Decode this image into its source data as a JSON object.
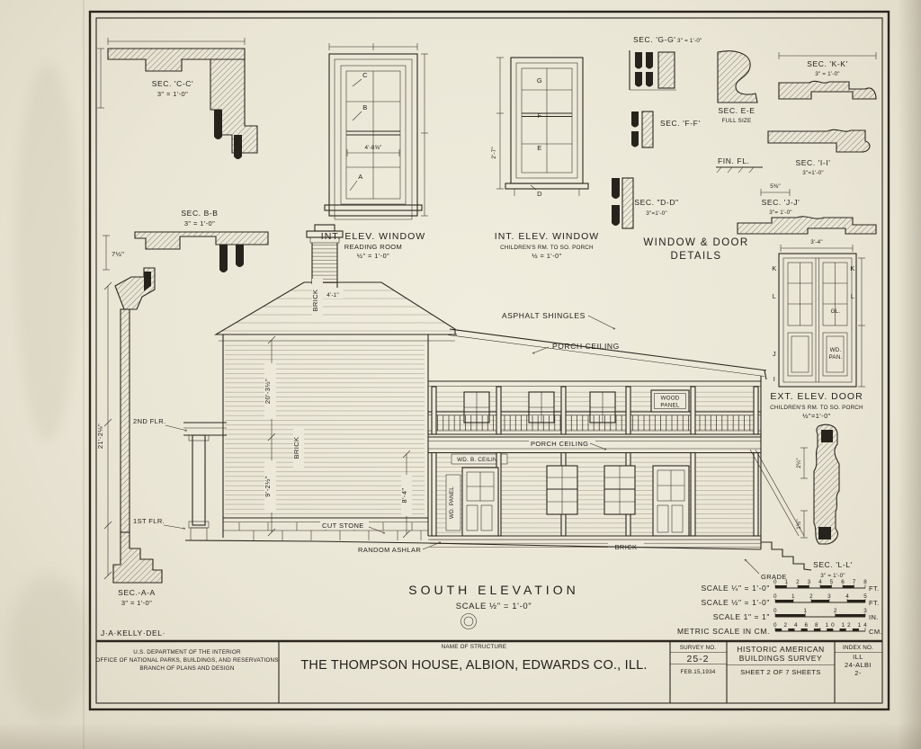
{
  "sheet": {
    "ink": "#26231c",
    "paper": "#eae6d7"
  },
  "header_details": {
    "window_door_line1": "WINDOW & DOOR",
    "window_door_line2": "DETAILS"
  },
  "sections": {
    "cc_title": "SEC. 'C-C'",
    "cc_scale": "3\" = 1'-0\"",
    "bb_title": "SEC. B-B",
    "bb_scale": "3\" = 1'-0\"",
    "bb_dim": "7½\"",
    "aa_title": "SEC.-A-A",
    "aa_scale": "3\" = 1'-0\"",
    "gg_title": "SEC. 'G-G'",
    "gg_scale": "3\" = 1'-0\"",
    "ee_title": "SEC. E-E",
    "ee_scale": "FULL SIZE",
    "kk_title": "SEC. 'K-K'",
    "kk_scale": "3\" = 1'-0\"",
    "ff_title": "SEC. 'F-F'",
    "fin_fl": "FIN. FL.",
    "ii_title": "SEC. 'I-I'",
    "ii_scale": "3\"=1'-0\"",
    "dd_title": "SEC. \"D-D\"",
    "dd_scale": "3\"=1'-0\"",
    "jj_title": "SEC. 'J-J'",
    "jj_scale": "3\"= 1'-0\"",
    "jj_dim": "5⅜\"",
    "ll_title": "SEC. 'L-L'",
    "ll_scale": "3\" = 1'-0\"",
    "ll_dim_a": "2¼\"",
    "ll_dim_b": "1½\""
  },
  "window_reading": {
    "title": "INT. ELEV. WINDOW",
    "subtitle": "READING ROOM",
    "scale": "½\" = 1'-0\"",
    "label_c": "C",
    "label_b": "B",
    "label_a": "A",
    "width_dim": "4'-8⅝\""
  },
  "window_childrens": {
    "title": "INT. ELEV. WINDOW",
    "subtitle": "CHILDREN'S RM. TO SO. PORCH",
    "scale": "½ = 1'-0\"",
    "label_g": "G",
    "label_f": "F",
    "label_e": "E",
    "label_d": "D",
    "height_dim": "2'-7\""
  },
  "door_detail": {
    "title": "EXT. ELEV. DOOR",
    "subtitle": "CHILDREN'S RM. TO SO. PORCH",
    "scale": "½\"=1'-0\"",
    "width_dim": "3'-4\"",
    "label_k_left": "K",
    "label_k_right": "K",
    "label_l_left": "L",
    "label_l_right": "L",
    "label_gl": "GL.",
    "label_j": "J",
    "label_i": "I",
    "wd_pan_line1": "WD.",
    "wd_pan_line2": "PAN."
  },
  "elevation": {
    "title": "SOUTH ELEVATION",
    "scale": "SCALE ½\" = 1'-0\"",
    "asphalt_shingles": "ASPHALT SHINGLES",
    "porch_ceiling_upper": "PORCH CEILING",
    "porch_ceiling_lower": "PORCH CEILING",
    "wd_b_ceiling": "WD. B. CEILING",
    "wood_panel_line1": "WOOD",
    "wood_panel_line2": "PANEL",
    "wd_panel": "WD. PANEL",
    "brick_chimney": "BRICK",
    "brick_wall": "BRICK",
    "brick_foundation": "BRICK",
    "cut_stone": "CUT STONE",
    "random_ashlar": "RANDOM ASHLAR",
    "grade": "GRADE",
    "second_floor": "2ND FLR.",
    "first_floor": "1ST FLR.",
    "dim_total_height": "21'-2⅛\"",
    "dim_upper": "20'-3½\"",
    "dim_lower": "9'-2½\"",
    "dim_porch": "8'-4\"",
    "dim_chimney": "4'-1\"",
    "dim_left_top": "7½\""
  },
  "scalebars": {
    "quarter_label": "SCALE ¼\" = 1'-0\"",
    "quarter_numbers": "0 1 2 3 4 5 6 7 8",
    "quarter_unit": "FT.",
    "half_label": "SCALE ½\" = 1'-0\"",
    "half_numbers": "0 1 2 3 4 5",
    "half_unit": "FT.",
    "inch_label": "SCALE 1\" = 1\"",
    "inch_numbers": "0 1 2 3",
    "inch_unit": "IN.",
    "metric_label": "METRIC SCALE IN CM.",
    "metric_numbers": "0 2 4 6 8 10 12 14",
    "metric_unit": "CM."
  },
  "titleblock": {
    "delineator": "J·A·KELLY·DEL·",
    "dept_line1": "U.S. DEPARTMENT OF THE INTERIOR",
    "dept_line2": "OFFICE OF NATIONAL PARKS, BUILDINGS, AND RESERVATIONS",
    "dept_line3": "BRANCH OF PLANS AND DESIGN",
    "name_of_structure_label": "NAME OF STRUCTURE",
    "structure_name": "THE THOMPSON HOUSE, ALBION, EDWARDS CO., ILL.",
    "survey_label": "SURVEY NO.",
    "survey_no": "25-2",
    "survey_date": "FEB.15,1934",
    "habs_line1": "HISTORIC AMERICAN",
    "habs_line2": "BUILDINGS SURVEY",
    "sheet_line": "SHEET 2 OF 7 SHEETS",
    "index_label": "INDEX NO.",
    "index_line1": "ILL",
    "index_line2": "24-ALBI",
    "index_line3": "2-"
  }
}
